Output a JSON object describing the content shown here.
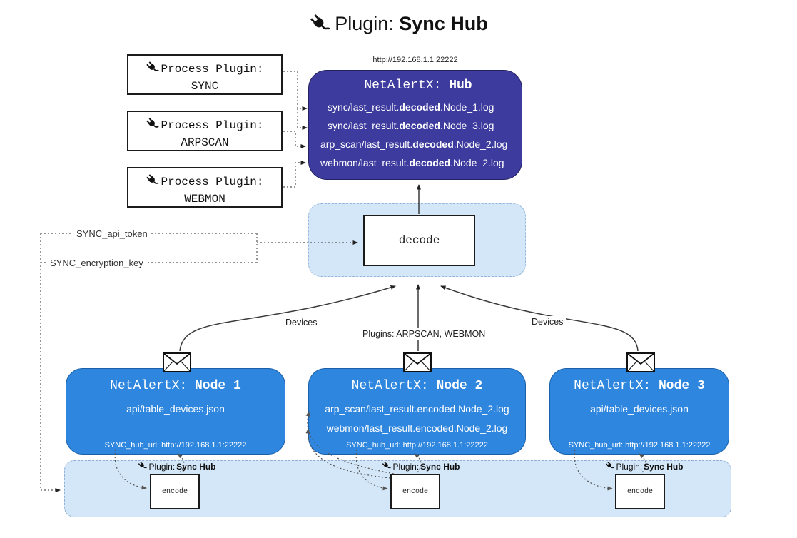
{
  "title": {
    "prefix": "Plugin: ",
    "name": "Sync Hub"
  },
  "hub": {
    "url": "http://192.168.1.1:22222",
    "title_prefix": "NetAlertX: ",
    "title_name": "Hub",
    "logs": [
      {
        "pre": "sync/last_result.",
        "mid": "decoded",
        "post": ".Node_1.log"
      },
      {
        "pre": "sync/last_result.",
        "mid": "decoded",
        "post": ".Node_3.log"
      },
      {
        "pre": "arp_scan/last_result.",
        "mid": "decoded",
        "post": ".Node_2.log"
      },
      {
        "pre": "webmon/last_result.",
        "mid": "decoded",
        "post": ".Node_2.log"
      }
    ]
  },
  "process_plugins": [
    {
      "label": "Process Plugin:",
      "name": "SYNC"
    },
    {
      "label": "Process Plugin:",
      "name": "ARPSCAN"
    },
    {
      "label": "Process Plugin:",
      "name": "WEBMON"
    }
  ],
  "decode": {
    "label": "decode"
  },
  "settings": {
    "api_token": "SYNC_api_token",
    "encryption_key": "SYNC_encryption_key"
  },
  "edges": {
    "left": "Devices",
    "center": "Plugins: ARPSCAN, WEBMON",
    "right": "Devices"
  },
  "nodes": [
    {
      "title_prefix": "NetAlertX: ",
      "title_name": "Node_1",
      "lines": [
        "api/table_devices.json"
      ],
      "footer": "SYNC_hub_url: http://192.168.1.1:22222"
    },
    {
      "title_prefix": "NetAlertX: ",
      "title_name": "Node_2",
      "lines": [
        "arp_scan/last_result.encoded.Node_2.log",
        "webmon/last_result.encoded.Node_2.log"
      ],
      "footer": "SYNC_hub_url: http://192.168.1.1:22222"
    },
    {
      "title_prefix": "NetAlertX: ",
      "title_name": "Node_3",
      "lines": [
        "api/table_devices.json"
      ],
      "footer": "SYNC_hub_url: http://192.168.1.1:22222"
    }
  ],
  "encoders": [
    {
      "label_prefix": "Plugin: ",
      "label_name": "Sync Hub",
      "box": "encode"
    },
    {
      "label_prefix": "Plugin: ",
      "label_name": "Sync Hub",
      "box": "encode"
    },
    {
      "label_prefix": "Plugin: ",
      "label_name": "Sync Hub",
      "box": "encode"
    }
  ],
  "colors": {
    "hub_bg": "#3d3b9e",
    "node_bg": "#2e86de",
    "panel_bg": "#d4e7f8",
    "text_on_dark": "#ffffff"
  }
}
